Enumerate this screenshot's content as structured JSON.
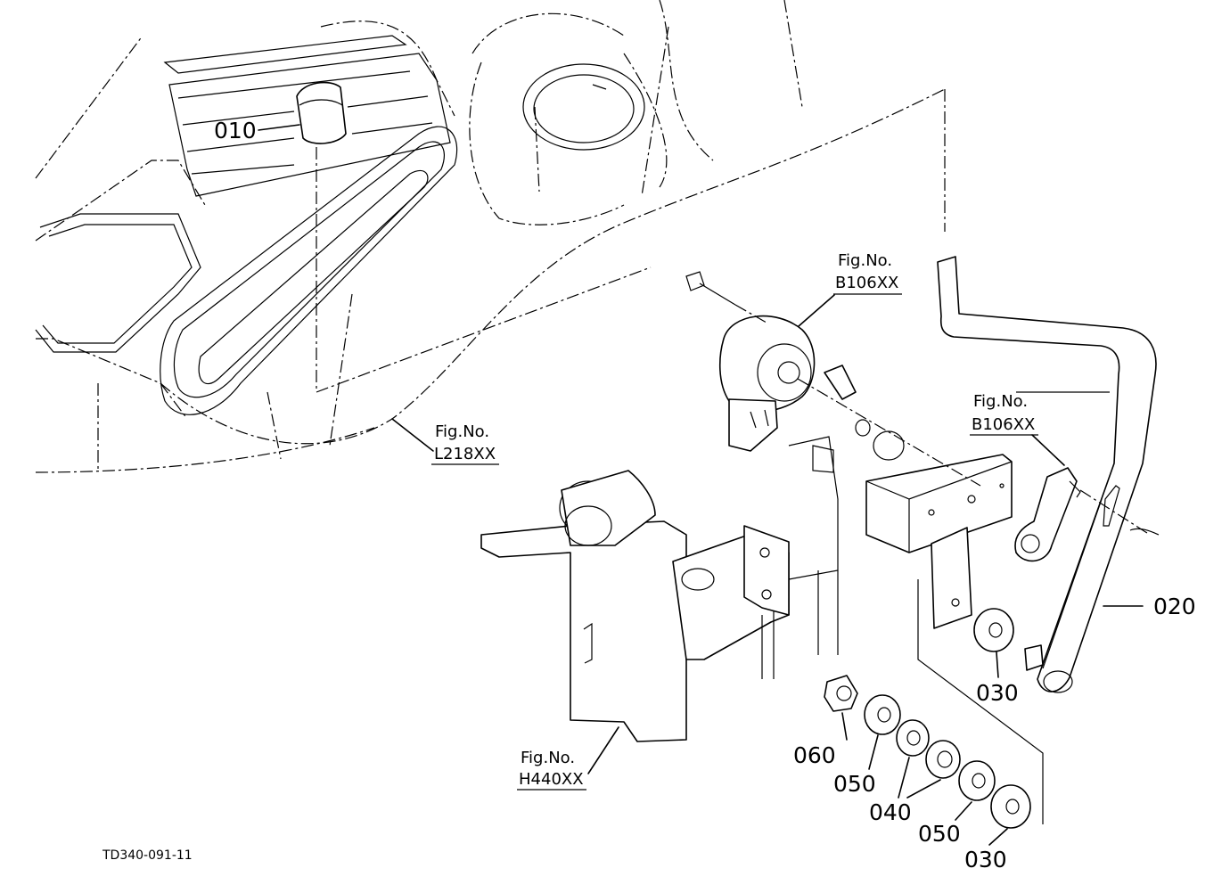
{
  "diagram": {
    "drawing_code": "TD340-091-11",
    "part_labels": {
      "p010": "010",
      "p020": "020",
      "p030a": "030",
      "p030b": "030",
      "p040": "040",
      "p050a": "050",
      "p050b": "050",
      "p060": "060"
    },
    "figure_refs": {
      "b106_top": {
        "prefix": "Fig.No.",
        "code": "B106XX"
      },
      "b106_right": {
        "prefix": "Fig.No.",
        "code": "B106XX"
      },
      "l218": {
        "prefix": "Fig.No.",
        "code": "L218XX"
      },
      "h440": {
        "prefix": "Fig.No.",
        "code": "H440XX"
      }
    }
  }
}
